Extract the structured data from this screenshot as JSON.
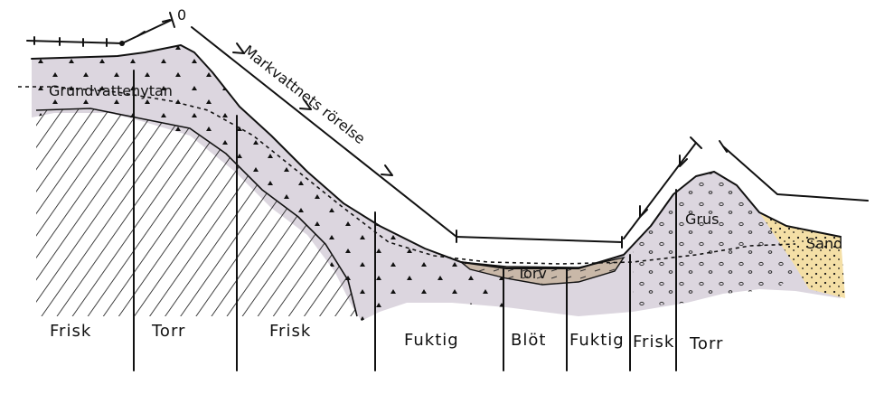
{
  "labels": {
    "groundwater_surface": "Grundvattenytan",
    "soil_water_movement": "Markvattnets rörelse",
    "zero": "0",
    "gravel": "Grus",
    "sand": "Sand",
    "peat": "Torv"
  },
  "zones": [
    "Frisk",
    "Torr",
    "Frisk",
    "Fuktig",
    "Blöt",
    "Fuktig",
    "Frisk",
    "Torr"
  ],
  "colors": {
    "ink": "#111111",
    "soil": "#dcd6df",
    "bedrock_hatch": "#111111",
    "sand": "#f4dfa6",
    "peat": "#c9b8a8",
    "background": "#ffffff"
  }
}
